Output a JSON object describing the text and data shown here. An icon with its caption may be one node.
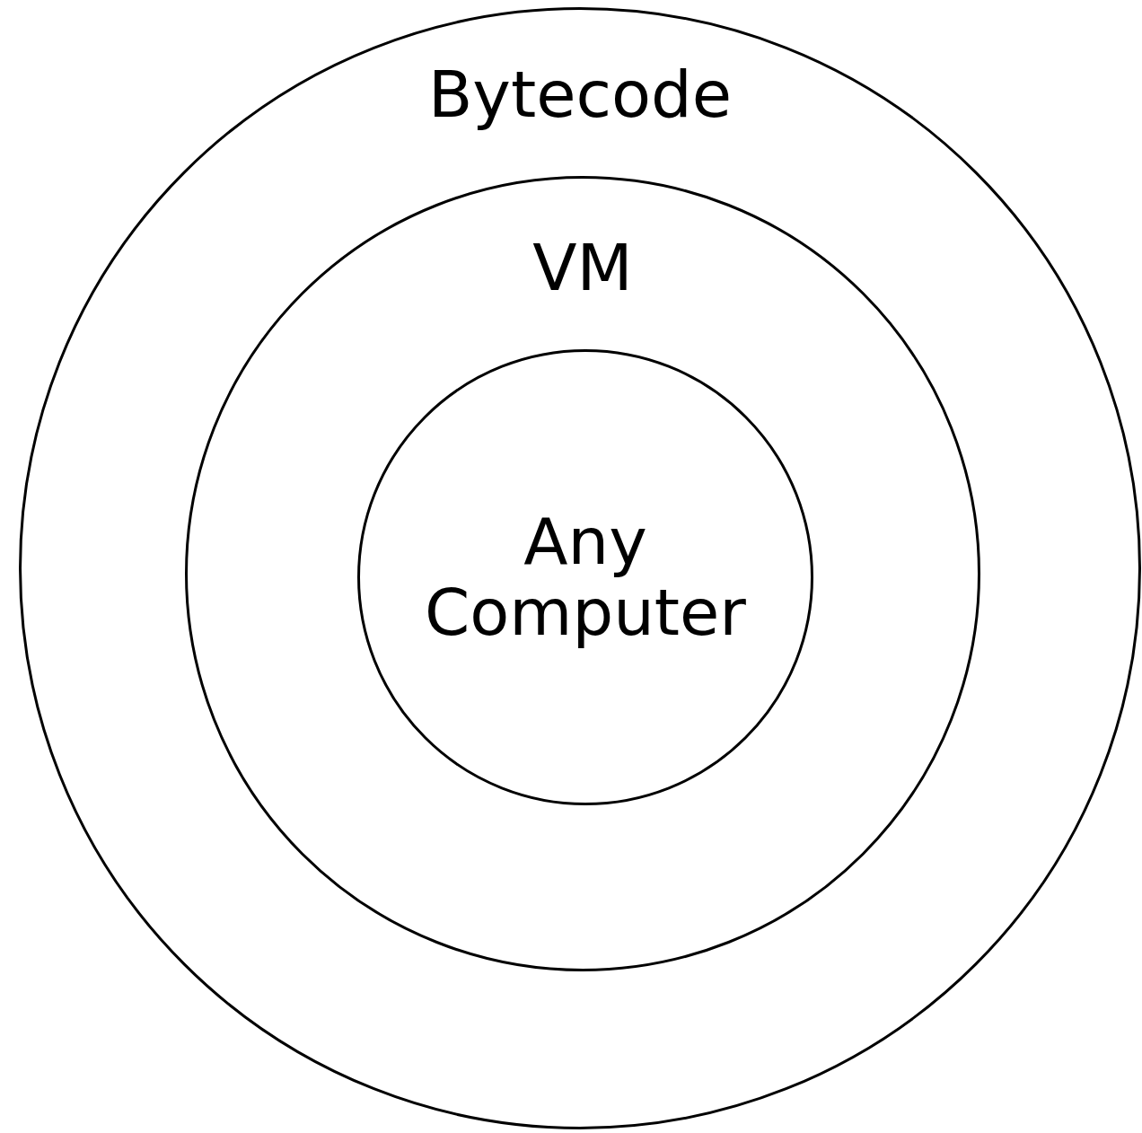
{
  "diagram": {
    "nodes": [
      {
        "text": [
          "Bytecode"
        ]
      },
      {
        "text": [
          "VM"
        ],
        "in": 0
      },
      {
        "text": [
          "Any Computer"
        ],
        "in": 1
      }
    ]
  }
}
